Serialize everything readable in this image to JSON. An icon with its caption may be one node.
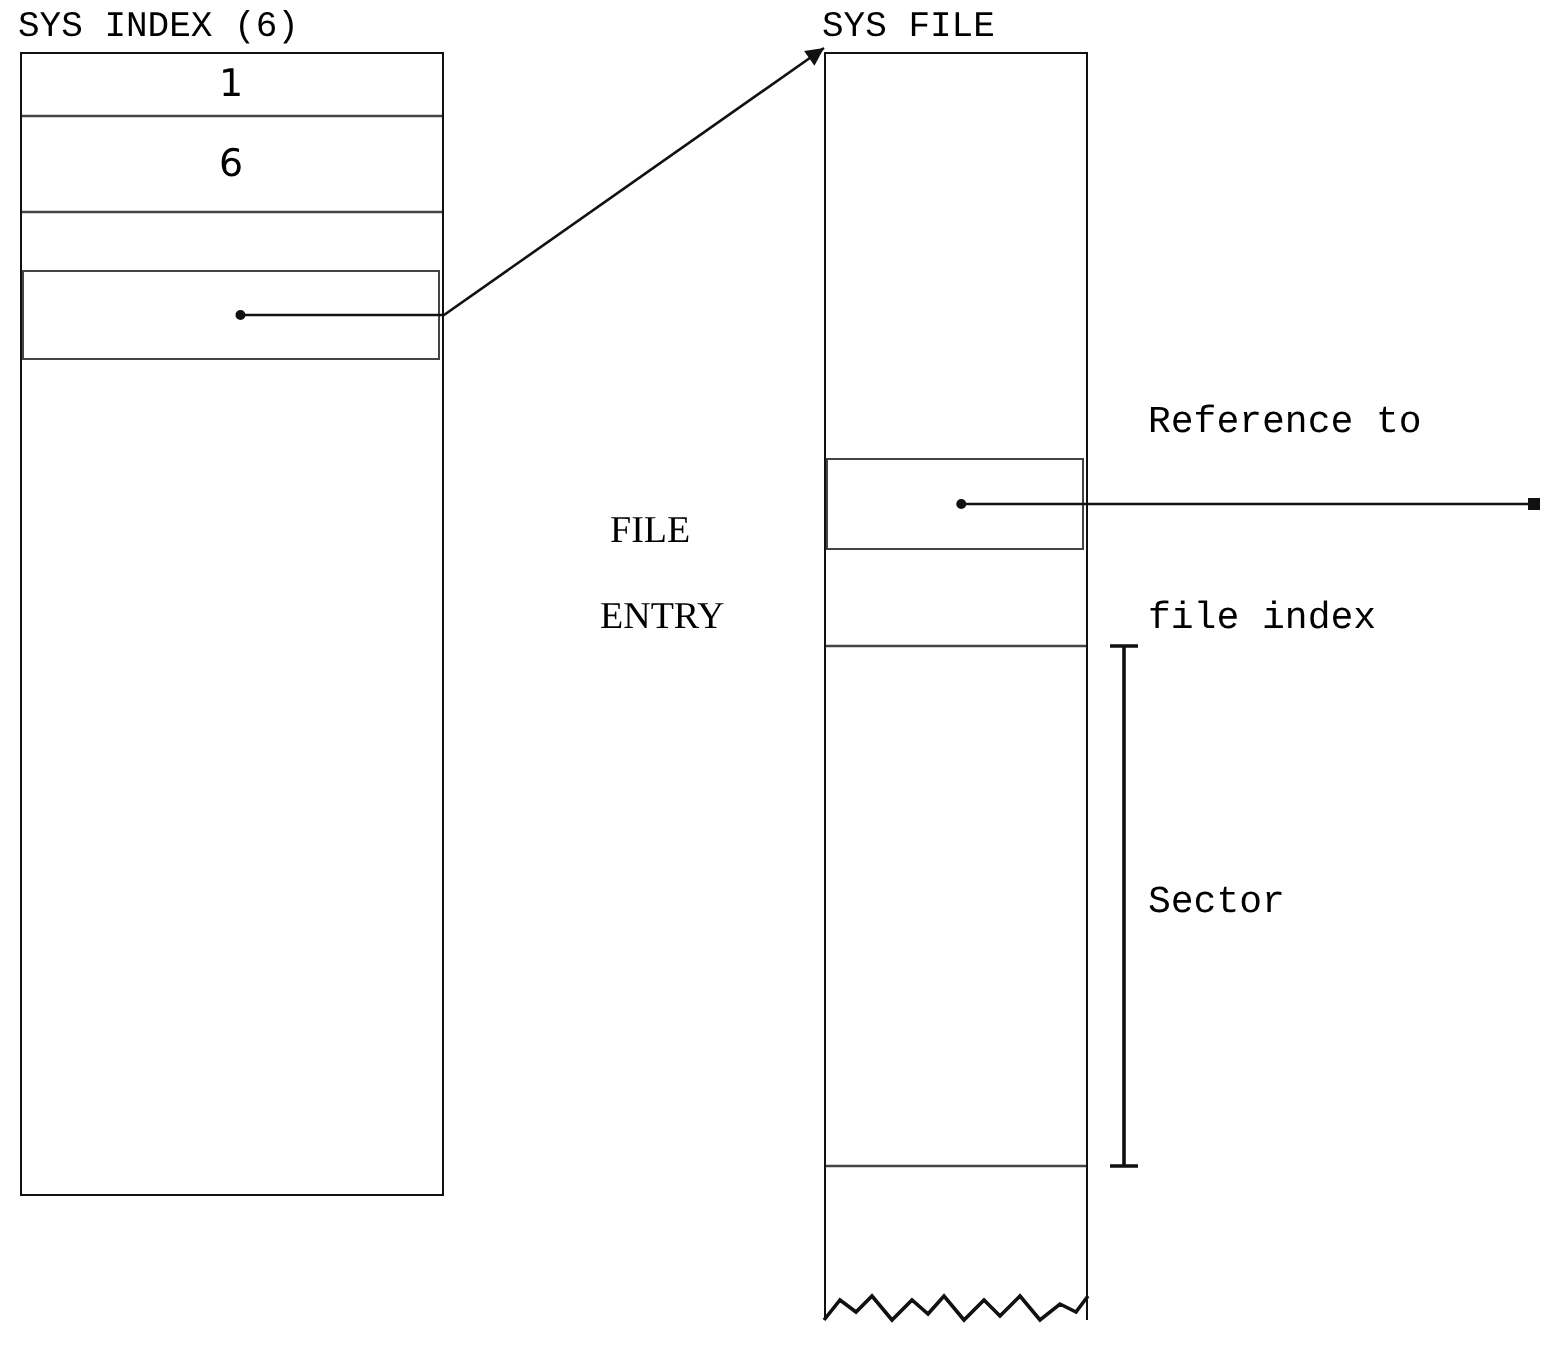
{
  "diagram": {
    "nodes": [
      {
        "text": [
          "SYS INDEX (6)"
        ]
      },
      {
        "text": [
          "1"
        ],
        "in": 0
      },
      {
        "text": [
          "6"
        ],
        "in": 0
      },
      {
        "text": [],
        "shape": "box",
        "in": 0
      },
      {
        "text": [
          "SYS FILE"
        ]
      },
      {
        "text": [],
        "shape": "box",
        "in": 4
      }
    ],
    "edges": [
      {
        "from": 3,
        "to": 4,
        "arrow": "to"
      },
      {
        "from": 5,
        "to": null,
        "arrow": "other"
      }
    ],
    "labels": [
      "FILE",
      "ENTRY",
      "Reference to",
      "file index",
      "Sector"
    ]
  }
}
